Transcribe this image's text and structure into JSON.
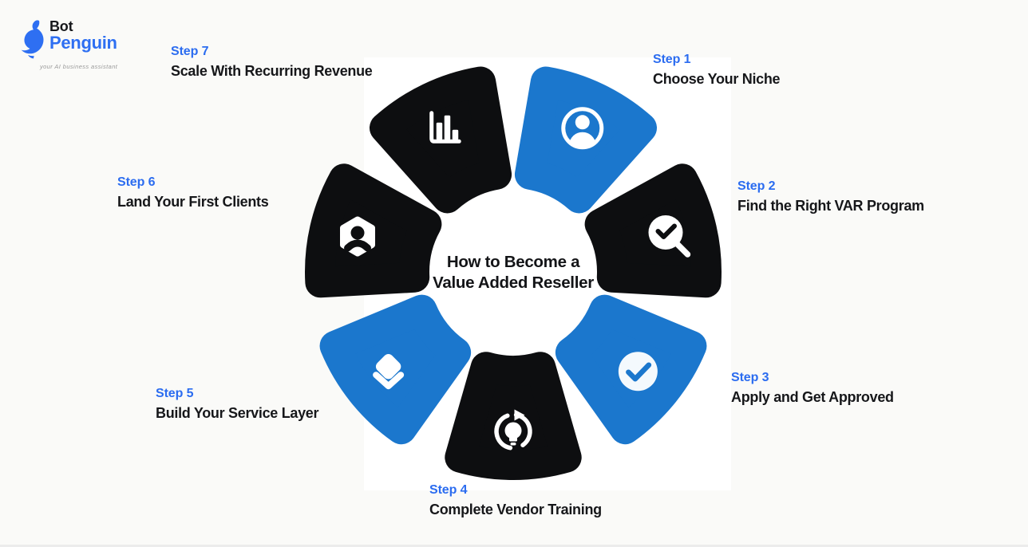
{
  "logo": {
    "brand_line1": "Bot",
    "brand_line2": "Penguin",
    "tagline": "your AI business assistant"
  },
  "center": {
    "title_line1": "How to Become a",
    "title_line2": "Value Added Reseller"
  },
  "colors": {
    "background": "#fafaf8",
    "step_label_text": "#2b6cf0",
    "segment_blue": "#1b77cd",
    "segment_black": "#0d0e10",
    "icon_white": "#ffffff",
    "brand_blue": "#2e6ff2"
  },
  "diagram": {
    "steps": [
      {
        "id": 1,
        "label": "Step 1",
        "title": "Choose Your Niche",
        "color_key": "blue",
        "icon": "user-circle-icon"
      },
      {
        "id": 2,
        "label": "Step 2",
        "title": "Find the Right VAR Program",
        "color_key": "black",
        "icon": "search-check-icon"
      },
      {
        "id": 3,
        "label": "Step 3",
        "title": "Apply and Get Approved",
        "color_key": "blue",
        "icon": "check-circle-icon"
      },
      {
        "id": 4,
        "label": "Step 4",
        "title": "Complete Vendor Training",
        "color_key": "black",
        "icon": "refresh-bulb-icon"
      },
      {
        "id": 5,
        "label": "Step 5",
        "title": "Build Your Service Layer",
        "color_key": "blue",
        "icon": "layers-icon"
      },
      {
        "id": 6,
        "label": "Step 6",
        "title": "Land Your First Clients",
        "color_key": "black",
        "icon": "hexagon-user-icon"
      },
      {
        "id": 7,
        "label": "Step 7",
        "title": "Scale With Recurring Revenue",
        "color_key": "black",
        "icon": "bar-chart-icon"
      }
    ]
  }
}
